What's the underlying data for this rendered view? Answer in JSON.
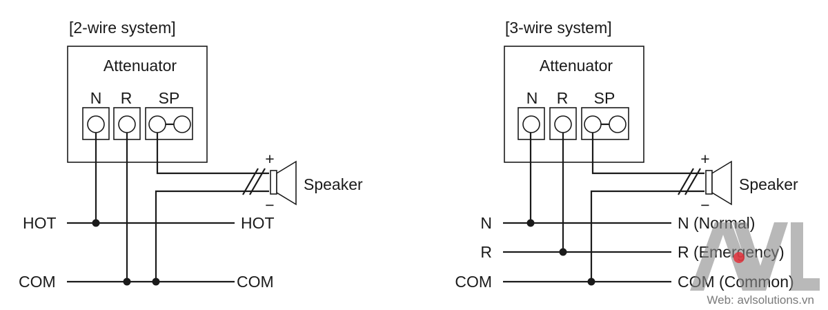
{
  "left": {
    "title": "[2-wire system]",
    "box_label": "Attenuator",
    "terminals": [
      "N",
      "R",
      "SP"
    ],
    "speaker_label": "Speaker",
    "plus": "+",
    "minus": "−",
    "left_labels": [
      "HOT",
      "COM"
    ],
    "right_labels": [
      "HOT",
      "COM"
    ]
  },
  "right": {
    "title": "[3-wire system]",
    "box_label": "Attenuator",
    "terminals": [
      "N",
      "R",
      "SP"
    ],
    "speaker_label": "Speaker",
    "plus": "+",
    "minus": "−",
    "left_labels": [
      "N",
      "R",
      "COM"
    ],
    "right_labels": [
      "N (Normal)",
      "R (Emergency)",
      "COM (Common)"
    ]
  },
  "watermark": {
    "web": "Web: avlsolutions.vn",
    "colors": {
      "gray": "#8a8a8a",
      "red": "#e0303a"
    }
  }
}
